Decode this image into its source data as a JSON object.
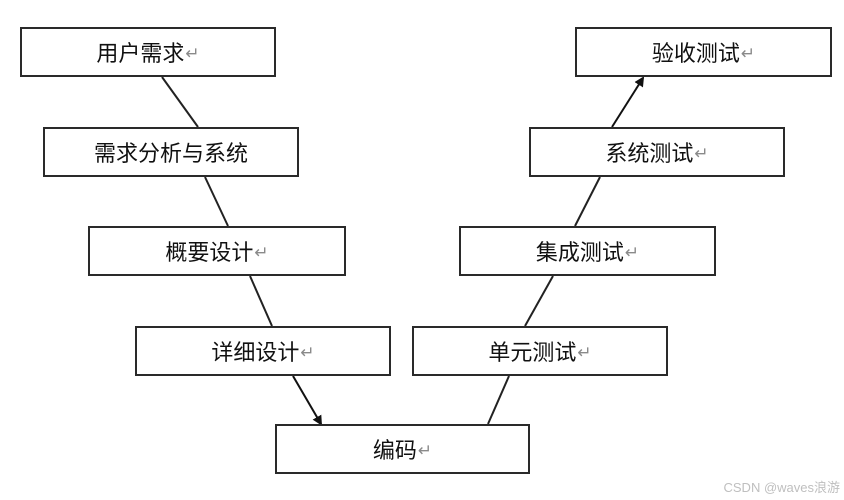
{
  "diagram": {
    "nodes": [
      {
        "id": "user-requirements",
        "label": "用户需求",
        "mark": "↵"
      },
      {
        "id": "requirements-analysis",
        "label": "需求分析与系统",
        "mark": ""
      },
      {
        "id": "outline-design",
        "label": "概要设计",
        "mark": "↵"
      },
      {
        "id": "detailed-design",
        "label": "详细设计",
        "mark": "↵"
      },
      {
        "id": "coding",
        "label": "编码",
        "mark": "↵"
      },
      {
        "id": "unit-test",
        "label": "单元测试",
        "mark": "↵"
      },
      {
        "id": "integration-test",
        "label": "集成测试",
        "mark": "↵"
      },
      {
        "id": "system-test",
        "label": "系统测试",
        "mark": "↵"
      },
      {
        "id": "acceptance-test",
        "label": "验收测试",
        "mark": "↵"
      }
    ]
  },
  "watermark": "CSDN @waves浪游"
}
